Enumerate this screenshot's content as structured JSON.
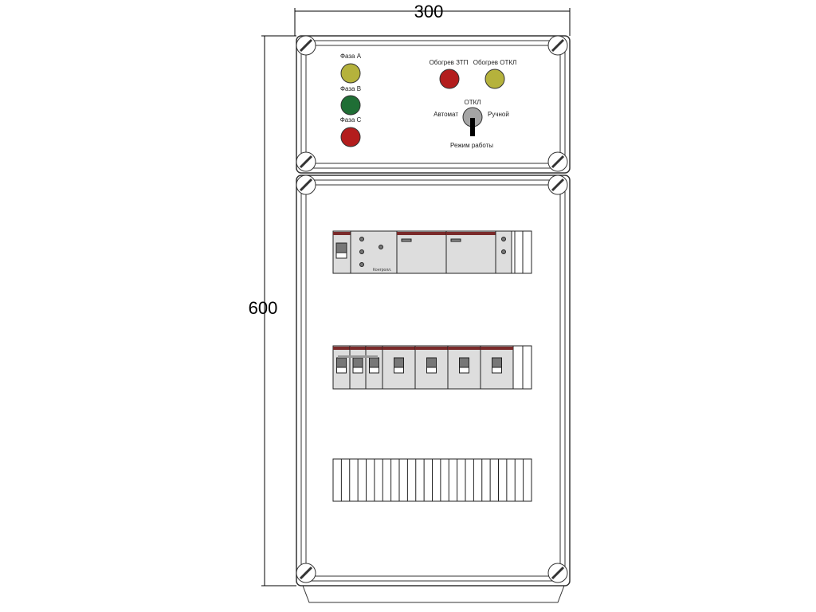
{
  "dimensions": {
    "width": "300",
    "height": "600"
  },
  "control_panel": {
    "phase_lamps": [
      {
        "label": "Фаза A",
        "color": "#b5b23c"
      },
      {
        "label": "Фаза B",
        "color": "#1f6e35"
      },
      {
        "label": "Фаза C",
        "color": "#b31d1d"
      }
    ],
    "indicator_lamps": [
      {
        "label": "Обогрев ЗТП",
        "color": "#b31d1d"
      },
      {
        "label": "Обогрев ОТКЛ",
        "color": "#b5b23c"
      }
    ],
    "mode_switch": {
      "title": "Режим работы",
      "left": "Автомат",
      "top": "ОТКЛ",
      "right": "Ручной"
    }
  },
  "din_rows": {
    "row1_module_text": "Контролл.",
    "row2_breaker_count": 7,
    "row3_terminal_count": 24
  }
}
